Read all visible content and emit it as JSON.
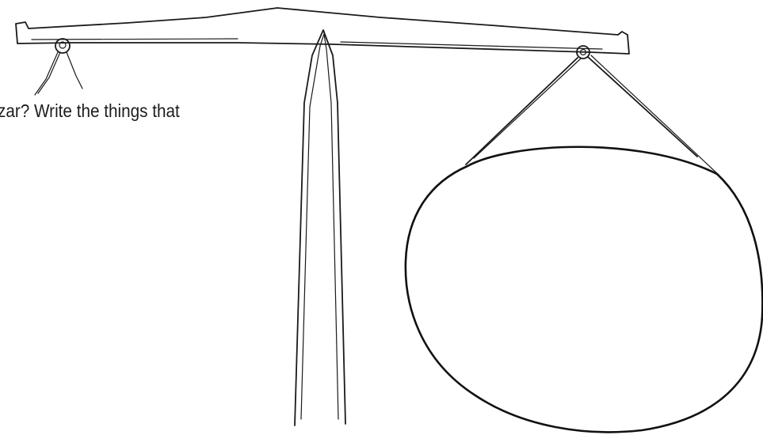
{
  "worksheet": {
    "question_text": "zar?  Write the things that"
  },
  "drawing": {
    "subject": "balance scale",
    "parts": [
      "beam",
      "left-hook-ring",
      "left-hanging-strings",
      "center-post",
      "right-hook-ring",
      "right-hanging-strings",
      "right-pan"
    ]
  },
  "colors": {
    "ink": "#1a1a1a",
    "background": "#ffffff"
  }
}
